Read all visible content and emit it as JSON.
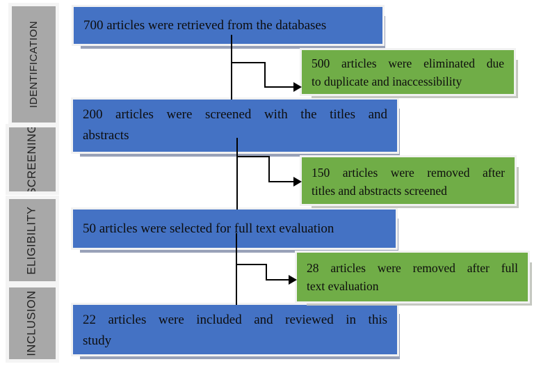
{
  "sidebar": {
    "items": [
      {
        "label": "IDENTIFICATION"
      },
      {
        "label": "SCREENING"
      },
      {
        "label": "ELIGIBILITY"
      },
      {
        "label": "INCLUSION"
      }
    ]
  },
  "flow": {
    "main_boxes": [
      {
        "id": "retrieved",
        "count": 700,
        "lines": [
          "700 articles were retrieved from the databases"
        ]
      },
      {
        "id": "screened",
        "count": 200,
        "lines": [
          "200 articles were screened with the titles and",
          "abstracts"
        ]
      },
      {
        "id": "fulltext",
        "count": 50,
        "lines": [
          "50 articles were selected for full text evaluation"
        ]
      },
      {
        "id": "included",
        "count": 22,
        "lines": [
          "22 articles were included and reviewed in this",
          "study"
        ]
      }
    ],
    "side_boxes": [
      {
        "id": "eliminated",
        "count": 500,
        "lines": [
          "500 articles were eliminated due",
          "to duplicate and inaccessibility"
        ]
      },
      {
        "id": "removed-titles",
        "count": 150,
        "lines": [
          "150 articles were removed after",
          "titles and abstracts screened"
        ]
      },
      {
        "id": "removed-fulltext",
        "count": 28,
        "lines": [
          "28 articles were removed after full",
          "text evaluation"
        ]
      }
    ],
    "colors": {
      "main_box": "#4472c4",
      "side_box": "#70ad47",
      "sidebar_box": "#a8a8a8",
      "connector": "#000000"
    }
  }
}
